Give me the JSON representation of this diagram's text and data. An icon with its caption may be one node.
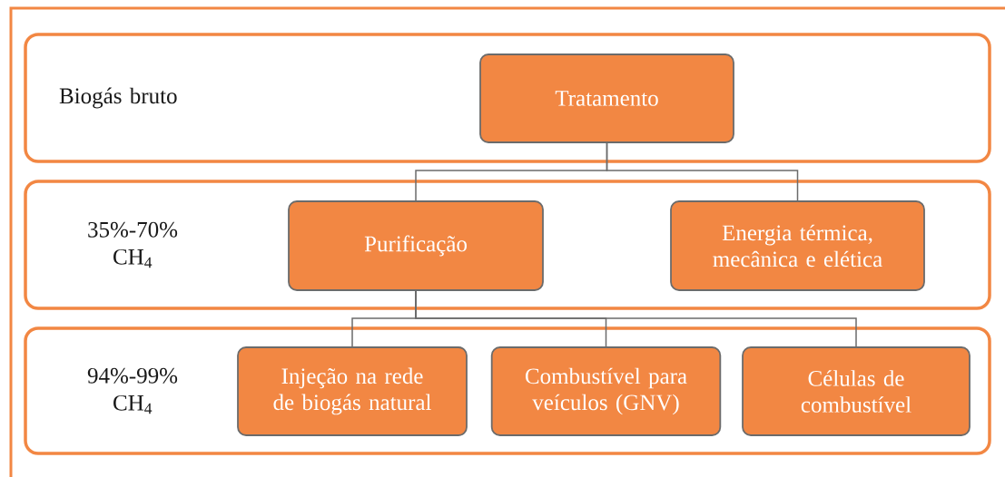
{
  "diagram": {
    "nodes": [
      {
        "text": [
          "Biogás bruto"
        ]
      },
      {
        "text": [
          "35%-70% CH$_{4}$"
        ]
      },
      {
        "text": [
          "94%-99% CH$_{4}$"
        ]
      },
      {
        "text": [
          "Tratamento"
        ],
        "in": 0
      },
      {
        "text": [
          "Purificação"
        ],
        "in": 1
      },
      {
        "text": [
          "Energia térmica, mecânica e elética"
        ],
        "in": 1
      },
      {
        "text": [
          "Injeção na rede de biogás natural"
        ],
        "in": 2
      },
      {
        "text": [
          "Combustível para veículos (GNV)"
        ],
        "in": 2
      },
      {
        "text": [
          "Células de combustível"
        ],
        "in": 2
      }
    ],
    "edges": [
      {
        "from": 3,
        "to": 4,
        "arrow": "none"
      },
      {
        "from": 3,
        "to": 5,
        "arrow": "none"
      },
      {
        "from": 4,
        "to": 6,
        "arrow": "none"
      },
      {
        "from": 4,
        "to": 7,
        "arrow": "none"
      },
      {
        "from": 4,
        "to": 8,
        "arrow": "none"
      }
    ]
  }
}
